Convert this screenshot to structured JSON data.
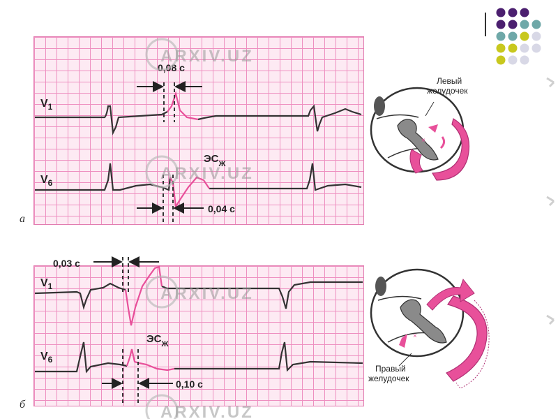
{
  "panels": [
    {
      "letter": "а",
      "lead_top": {
        "lead": "V",
        "sub": "1"
      },
      "lead_bottom": {
        "lead": "V",
        "sub": "6"
      },
      "beat_label": {
        "main": "ЭС",
        "sub": "Ж"
      },
      "interval_top": "0,08 с",
      "interval_bottom": "0,04 с",
      "heart_caption": [
        "Левый",
        "желудочек"
      ]
    },
    {
      "letter": "б",
      "lead_top": {
        "lead": "V",
        "sub": "1"
      },
      "lead_bottom": {
        "lead": "V",
        "sub": "6"
      },
      "beat_label": {
        "main": "ЭС",
        "sub": "Ж"
      },
      "interval_top": "0,03 с",
      "interval_bottom": "0,10 с",
      "heart_caption": [
        "Правый",
        "желудочек"
      ]
    }
  ],
  "watermark": "ARXIV.UZ",
  "colors": {
    "trace": "#333333",
    "ectopic": "#e8509a",
    "grid": "#ee8fc0",
    "dot_purple": "#4b1f6f",
    "dot_teal": "#6fa8a8",
    "dot_olive": "#c8c81e",
    "dot_grey": "#d8d8e6"
  }
}
